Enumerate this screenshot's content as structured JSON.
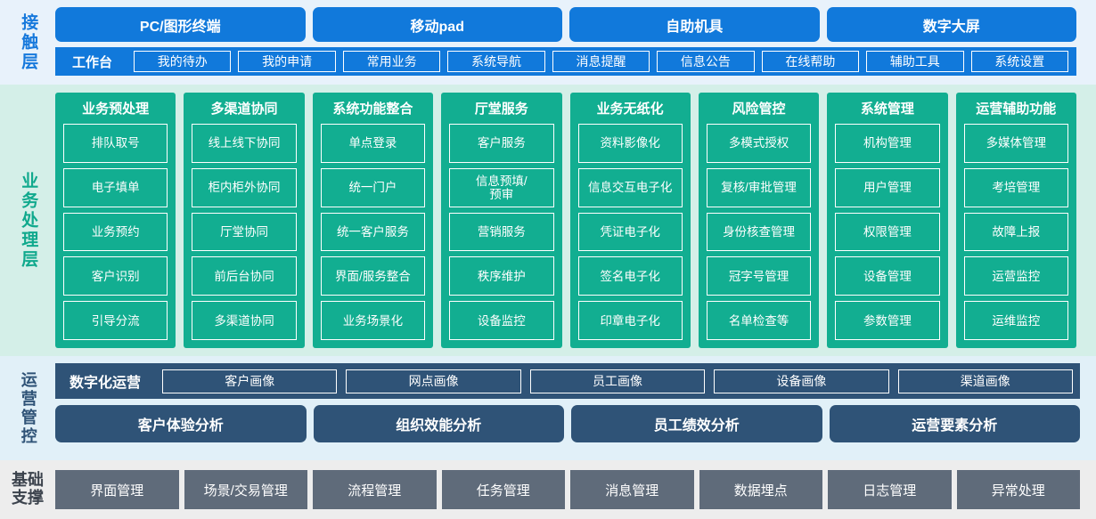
{
  "colors": {
    "contact_accent": "#1179DB",
    "contact_bg": "#E8F2FB",
    "business_accent": "#12AE91",
    "business_bg": "#D4EFE8",
    "ops_accent": "#2F5377",
    "ops_bg": "#E1F0F8",
    "base_accent": "#5F6B7A",
    "base_bg": "#EDEDED"
  },
  "layers": {
    "contact": {
      "label": "接触层",
      "channels": [
        "PC/图形终端",
        "移动pad",
        "自助机具",
        "数字大屏"
      ],
      "workbench_title": "工作台",
      "workbench_items": [
        "我的待办",
        "我的申请",
        "常用业务",
        "系统导航",
        "消息提醒",
        "信息公告",
        "在线帮助",
        "辅助工具",
        "系统设置"
      ]
    },
    "business": {
      "label": "业务处理层",
      "columns": [
        {
          "title": "业务预处理",
          "items": [
            "排队取号",
            "电子填单",
            "业务预约",
            "客户识别",
            "引导分流"
          ]
        },
        {
          "title": "多渠道协同",
          "items": [
            "线上线下协同",
            "柜内柜外协同",
            "厅堂协同",
            "前后台协同",
            "多渠道协同"
          ]
        },
        {
          "title": "系统功能整合",
          "items": [
            "单点登录",
            "统一门户",
            "统一客户服务",
            "界面/服务整合",
            "业务场景化"
          ]
        },
        {
          "title": "厅堂服务",
          "items": [
            "客户服务",
            "信息预填/\n预审",
            "营销服务",
            "秩序维护",
            "设备监控"
          ]
        },
        {
          "title": "业务无纸化",
          "items": [
            "资料影像化",
            "信息交互电子化",
            "凭证电子化",
            "签名电子化",
            "印章电子化"
          ]
        },
        {
          "title": "风险管控",
          "items": [
            "多模式授权",
            "复核/审批管理",
            "身份核查管理",
            "冠字号管理",
            "名单检查等"
          ]
        },
        {
          "title": "系统管理",
          "items": [
            "机构管理",
            "用户管理",
            "权限管理",
            "设备管理",
            "参数管理"
          ]
        },
        {
          "title": "运营辅助功能",
          "items": [
            "多媒体管理",
            "考培管理",
            "故障上报",
            "运营监控",
            "运维监控"
          ]
        }
      ]
    },
    "operations": {
      "label": "运营管控",
      "portrait_title": "数字化运营",
      "portrait_items": [
        "客户画像",
        "网点画像",
        "员工画像",
        "设备画像",
        "渠道画像"
      ],
      "analysis_items": [
        "客户体验分析",
        "组织效能分析",
        "员工绩效分析",
        "运营要素分析"
      ]
    },
    "foundation": {
      "label_line1": "基础",
      "label_line2": "支撑",
      "items": [
        "界面管理",
        "场景/交易管理",
        "流程管理",
        "任务管理",
        "消息管理",
        "数据埋点",
        "日志管理",
        "异常处理"
      ]
    }
  }
}
